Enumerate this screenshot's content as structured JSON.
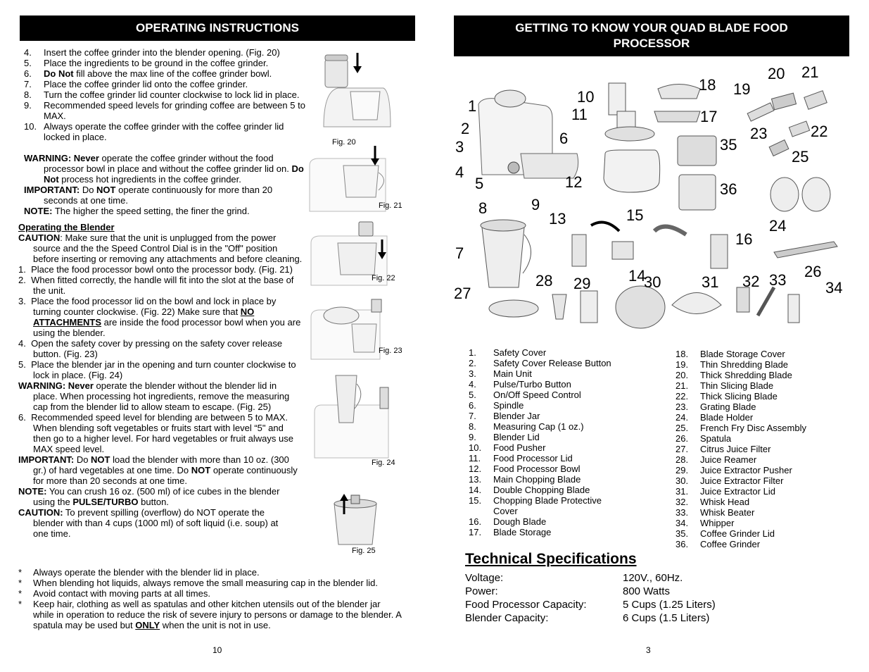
{
  "left": {
    "banner": "OPERATING INSTRUCTIONS",
    "grinder_steps": [
      {
        "n": "4.",
        "t": "Insert the coffee grinder into the blender opening. (Fig. 20)"
      },
      {
        "n": "5.",
        "t": "Place the ingredients to be ground in the coffee grinder."
      },
      {
        "n": "6.",
        "b": "Do Not",
        "t": " fill above the max line of the coffee grinder bowl."
      },
      {
        "n": "7.",
        "t": "Place the coffee grinder lid onto the coffee grinder."
      },
      {
        "n": "8.",
        "t": "Turn the coffee grinder lid counter clockwise to lock lid in place."
      },
      {
        "n": "9.",
        "t": "Recommended speed levels for grinding coffee are between 5 to MAX."
      },
      {
        "n": "10.",
        "t": "Always operate the coffee grinder with the coffee grinder lid locked in place."
      }
    ],
    "warning1_label": "WARNING: Never",
    "warning1_text": " operate the coffee grinder without the food processor bowl in place and without the coffee grinder lid on.",
    "warning1_b": "Do Not",
    "warning1_text2": " process hot ingredients in the coffee grinder.",
    "important1_label": "IMPORTANT:",
    "important1_pre": " Do ",
    "important1_not": "NOT",
    "important1_text": " operate continuously for more than 20 seconds at one time.",
    "note1_label": "NOTE:",
    "note1_text": " The higher the speed setting, the finer the grind.",
    "blender_heading": "Operating the Blender",
    "caution1_label": "CAUTION",
    "caution1_text": ": Make sure that the unit is unplugged from the power source and the the Speed Control Dial is in the \"Off\" position before inserting or removing any attachments and before cleaning.",
    "bsteps": [
      "Place the food processor bowl onto the processor body. (Fig. 21)",
      "When fitted correctly, the handle will fit into the slot at the base of the unit."
    ],
    "bstep3_a": "Place the food processor lid on the bowl and lock in place by turning counter clockwise.  (Fig. 22) Make sure that ",
    "bstep3_b": "NO ATTACHMENTS",
    "bstep3_c": " are inside the food processor bowl when you are using the blender.",
    "bstep4": "Open the safety cover by pressing on the safety cover release button.  (Fig. 23)",
    "bstep5": "Place the blender jar in the opening and turn counter clockwise to lock in place. (Fig. 24)",
    "warning2_label": "WARNING: Never",
    "warning2_text": " operate the blender without the blender lid in place. When processing hot ingredients, remove the measuring cap from the blender lid to allow steam to escape. (Fig. 25)",
    "bstep6": "Recommended speed level for blending are between 5 to MAX. When blending soft vegetables or fruits start with level “5\" and then go to a higher level. For hard vegetables or fruit always use MAX speed level.",
    "important2_label": "IMPORTANT:",
    "important2_a": " Do ",
    "important2_b": "NOT",
    "important2_c": " load the blender with more than 10 oz. (300 gr.) of hard vegetables at one time. Do ",
    "important2_d": "NOT",
    "important2_e": " operate continuously for more than 20 seconds at one time.",
    "note2_label": "NOTE:",
    "note2_a": " You can crush 16 oz. (500 ml) of ice cubes in the blender using the ",
    "note2_b": "PULSE/TURBO",
    "note2_c": " button.",
    "caution2_label": "CAUTION:",
    "caution2_text": " To prevent spilling (overflow) do NOT operate the blender with than 4 cups (1000 ml) of soft liquid (i.e. soup) at one time.",
    "stars": [
      "Always operate the blender with the blender lid in place.",
      "When blending hot liquids, always remove the small measuring cap in the blender lid.",
      "Avoid contact with moving parts at all times."
    ],
    "star4_a": "Keep hair, clothing as well as spatulas and other kitchen utensils out of the blender jar while in operation to reduce the risk of severe injury to persons or damage to the blender. A spatula may be used but ",
    "star4_b": "ONLY",
    "star4_c": " when the unit is not in use.",
    "figs": [
      "Fig. 20",
      "Fig. 21",
      "Fig. 22",
      "Fig. 23",
      "Fig. 24",
      "Fig. 25"
    ],
    "page_number": "10"
  },
  "right": {
    "banner_line1": "GETTING TO KNOW  YOUR QUAD BLADE FOOD",
    "banner_line2": "PROCESSOR",
    "callouts": [
      "1",
      "2",
      "3",
      "4",
      "5",
      "6",
      "7",
      "8",
      "9",
      "10",
      "11",
      "12",
      "13",
      "14",
      "15",
      "16",
      "17",
      "18",
      "19",
      "20",
      "21",
      "22",
      "23",
      "24",
      "25",
      "26",
      "27",
      "28",
      "29",
      "30",
      "31",
      "32",
      "33",
      "34",
      "35",
      "36"
    ],
    "parts_col1": [
      {
        "n": "1.",
        "t": "Safety Cover"
      },
      {
        "n": "2.",
        "t": "Safety Cover Release Button"
      },
      {
        "n": "3.",
        "t": "Main Unit"
      },
      {
        "n": "4.",
        "t": "Pulse/Turbo Button"
      },
      {
        "n": "5.",
        "t": "On/Off Speed Control"
      },
      {
        "n": "6.",
        "t": "Spindle"
      },
      {
        "n": "7.",
        "t": "Blender Jar"
      },
      {
        "n": "8.",
        "t": "Measuring Cap (1 oz.)"
      },
      {
        "n": "9.",
        "t": "Blender Lid"
      },
      {
        "n": "10.",
        "t": "Food Pusher"
      },
      {
        "n": "11.",
        "t": "Food Processor Lid"
      },
      {
        "n": "12.",
        "t": "Food Processor Bowl"
      },
      {
        "n": "13.",
        "t": "Main Chopping Blade"
      },
      {
        "n": "14.",
        "t": "Double Chopping Blade"
      },
      {
        "n": "15.",
        "t": "Chopping Blade Protective"
      },
      {
        "n": "",
        "t": "Cover"
      },
      {
        "n": "16.",
        "t": "Dough Blade"
      },
      {
        "n": "17.",
        "t": "Blade Storage"
      }
    ],
    "parts_col2": [
      {
        "n": "18.",
        "t": "Blade Storage Cover"
      },
      {
        "n": "19.",
        "t": "Thin Shredding Blade"
      },
      {
        "n": "20.",
        "t": "Thick Shredding Blade"
      },
      {
        "n": "21.",
        "t": "Thin Slicing Blade"
      },
      {
        "n": "22.",
        "t": "Thick Slicing Blade"
      },
      {
        "n": "23.",
        "t": "Grating Blade"
      },
      {
        "n": "24.",
        "t": "Blade Holder"
      },
      {
        "n": "25.",
        "t": "French Fry Disc Assembly"
      },
      {
        "n": "26.",
        "t": "Spatula"
      },
      {
        "n": "27.",
        "t": "Citrus Juice Filter"
      },
      {
        "n": "28.",
        "t": "Juice Reamer"
      },
      {
        "n": "29.",
        "t": "Juice Extractor Pusher"
      },
      {
        "n": "30.",
        "t": "Juice Extractor Filter"
      },
      {
        "n": "31.",
        "t": "Juice Extractor Lid"
      },
      {
        "n": "32.",
        "t": "Whisk Head"
      },
      {
        "n": "33.",
        "t": "Whisk Beater"
      },
      {
        "n": "34.",
        "t": "Whipper"
      },
      {
        "n": "35.",
        "t": "Coffee Grinder Lid"
      },
      {
        "n": "36.",
        "t": "Coffee Grinder"
      }
    ],
    "tech_title": "Technical Specifications",
    "specs": [
      {
        "k": "Voltage:",
        "v": "120V.,  60Hz."
      },
      {
        "k": "Power:",
        "v": "800 Watts"
      },
      {
        "k": "Food Processor Capacity:",
        "v": "5 Cups (1.25 Liters)"
      },
      {
        "k": "Blender Capacity:",
        "v": "6 Cups (1.5 Liters)"
      }
    ],
    "page_number": "3"
  }
}
